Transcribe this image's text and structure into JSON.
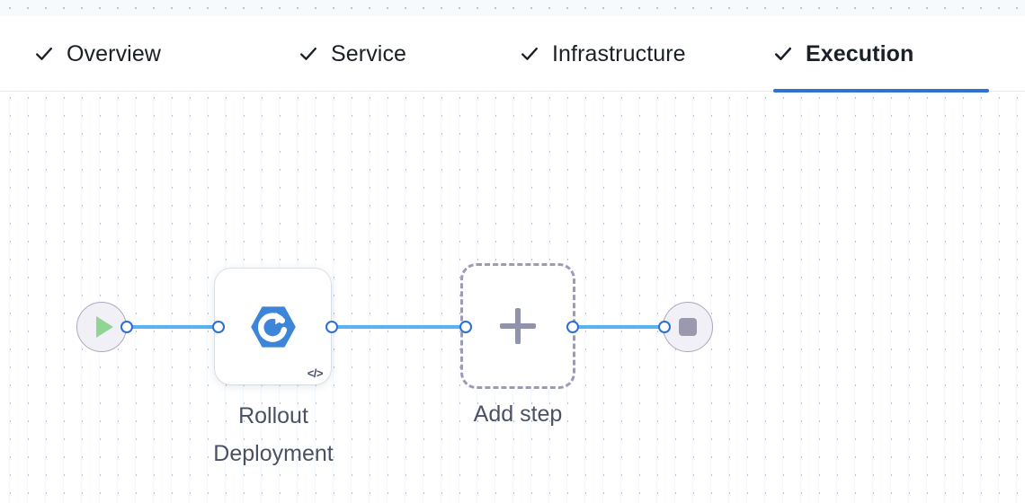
{
  "theme": {
    "accent_blue": "#2f72d1",
    "edge_blue": "#58b3ef",
    "port_blue": "#2b6fd4",
    "node_icon_blue": "#3d85d8",
    "play_green": "#8fd694",
    "stop_gray": "#9a99ae",
    "dash_gray": "#9b9cb4",
    "text_dark": "#1b1f27",
    "caption_gray": "#4b5163",
    "grid_dot": "#b9c2cf",
    "grid_line": "#f2f8fd",
    "strip_bg": "#f7fafd"
  },
  "tabs": [
    {
      "label": "Overview",
      "icon": "check-icon",
      "active": false
    },
    {
      "label": "Service",
      "icon": "check-icon",
      "active": false
    },
    {
      "label": "Infrastructure",
      "icon": "check-icon",
      "active": false
    },
    {
      "label": "Execution",
      "icon": "check-icon",
      "active": true
    }
  ],
  "pipeline": {
    "start_node": {
      "icon": "play-icon",
      "name": "pipeline-start"
    },
    "end_node": {
      "icon": "stop-icon",
      "name": "pipeline-end"
    },
    "steps": [
      {
        "caption_line1": "Rollout",
        "caption_line2": "Deployment",
        "icon": "rollout-deployment-icon",
        "badge": "</>"
      }
    ],
    "add_step": {
      "label": "Add step",
      "icon": "plus-icon"
    }
  }
}
